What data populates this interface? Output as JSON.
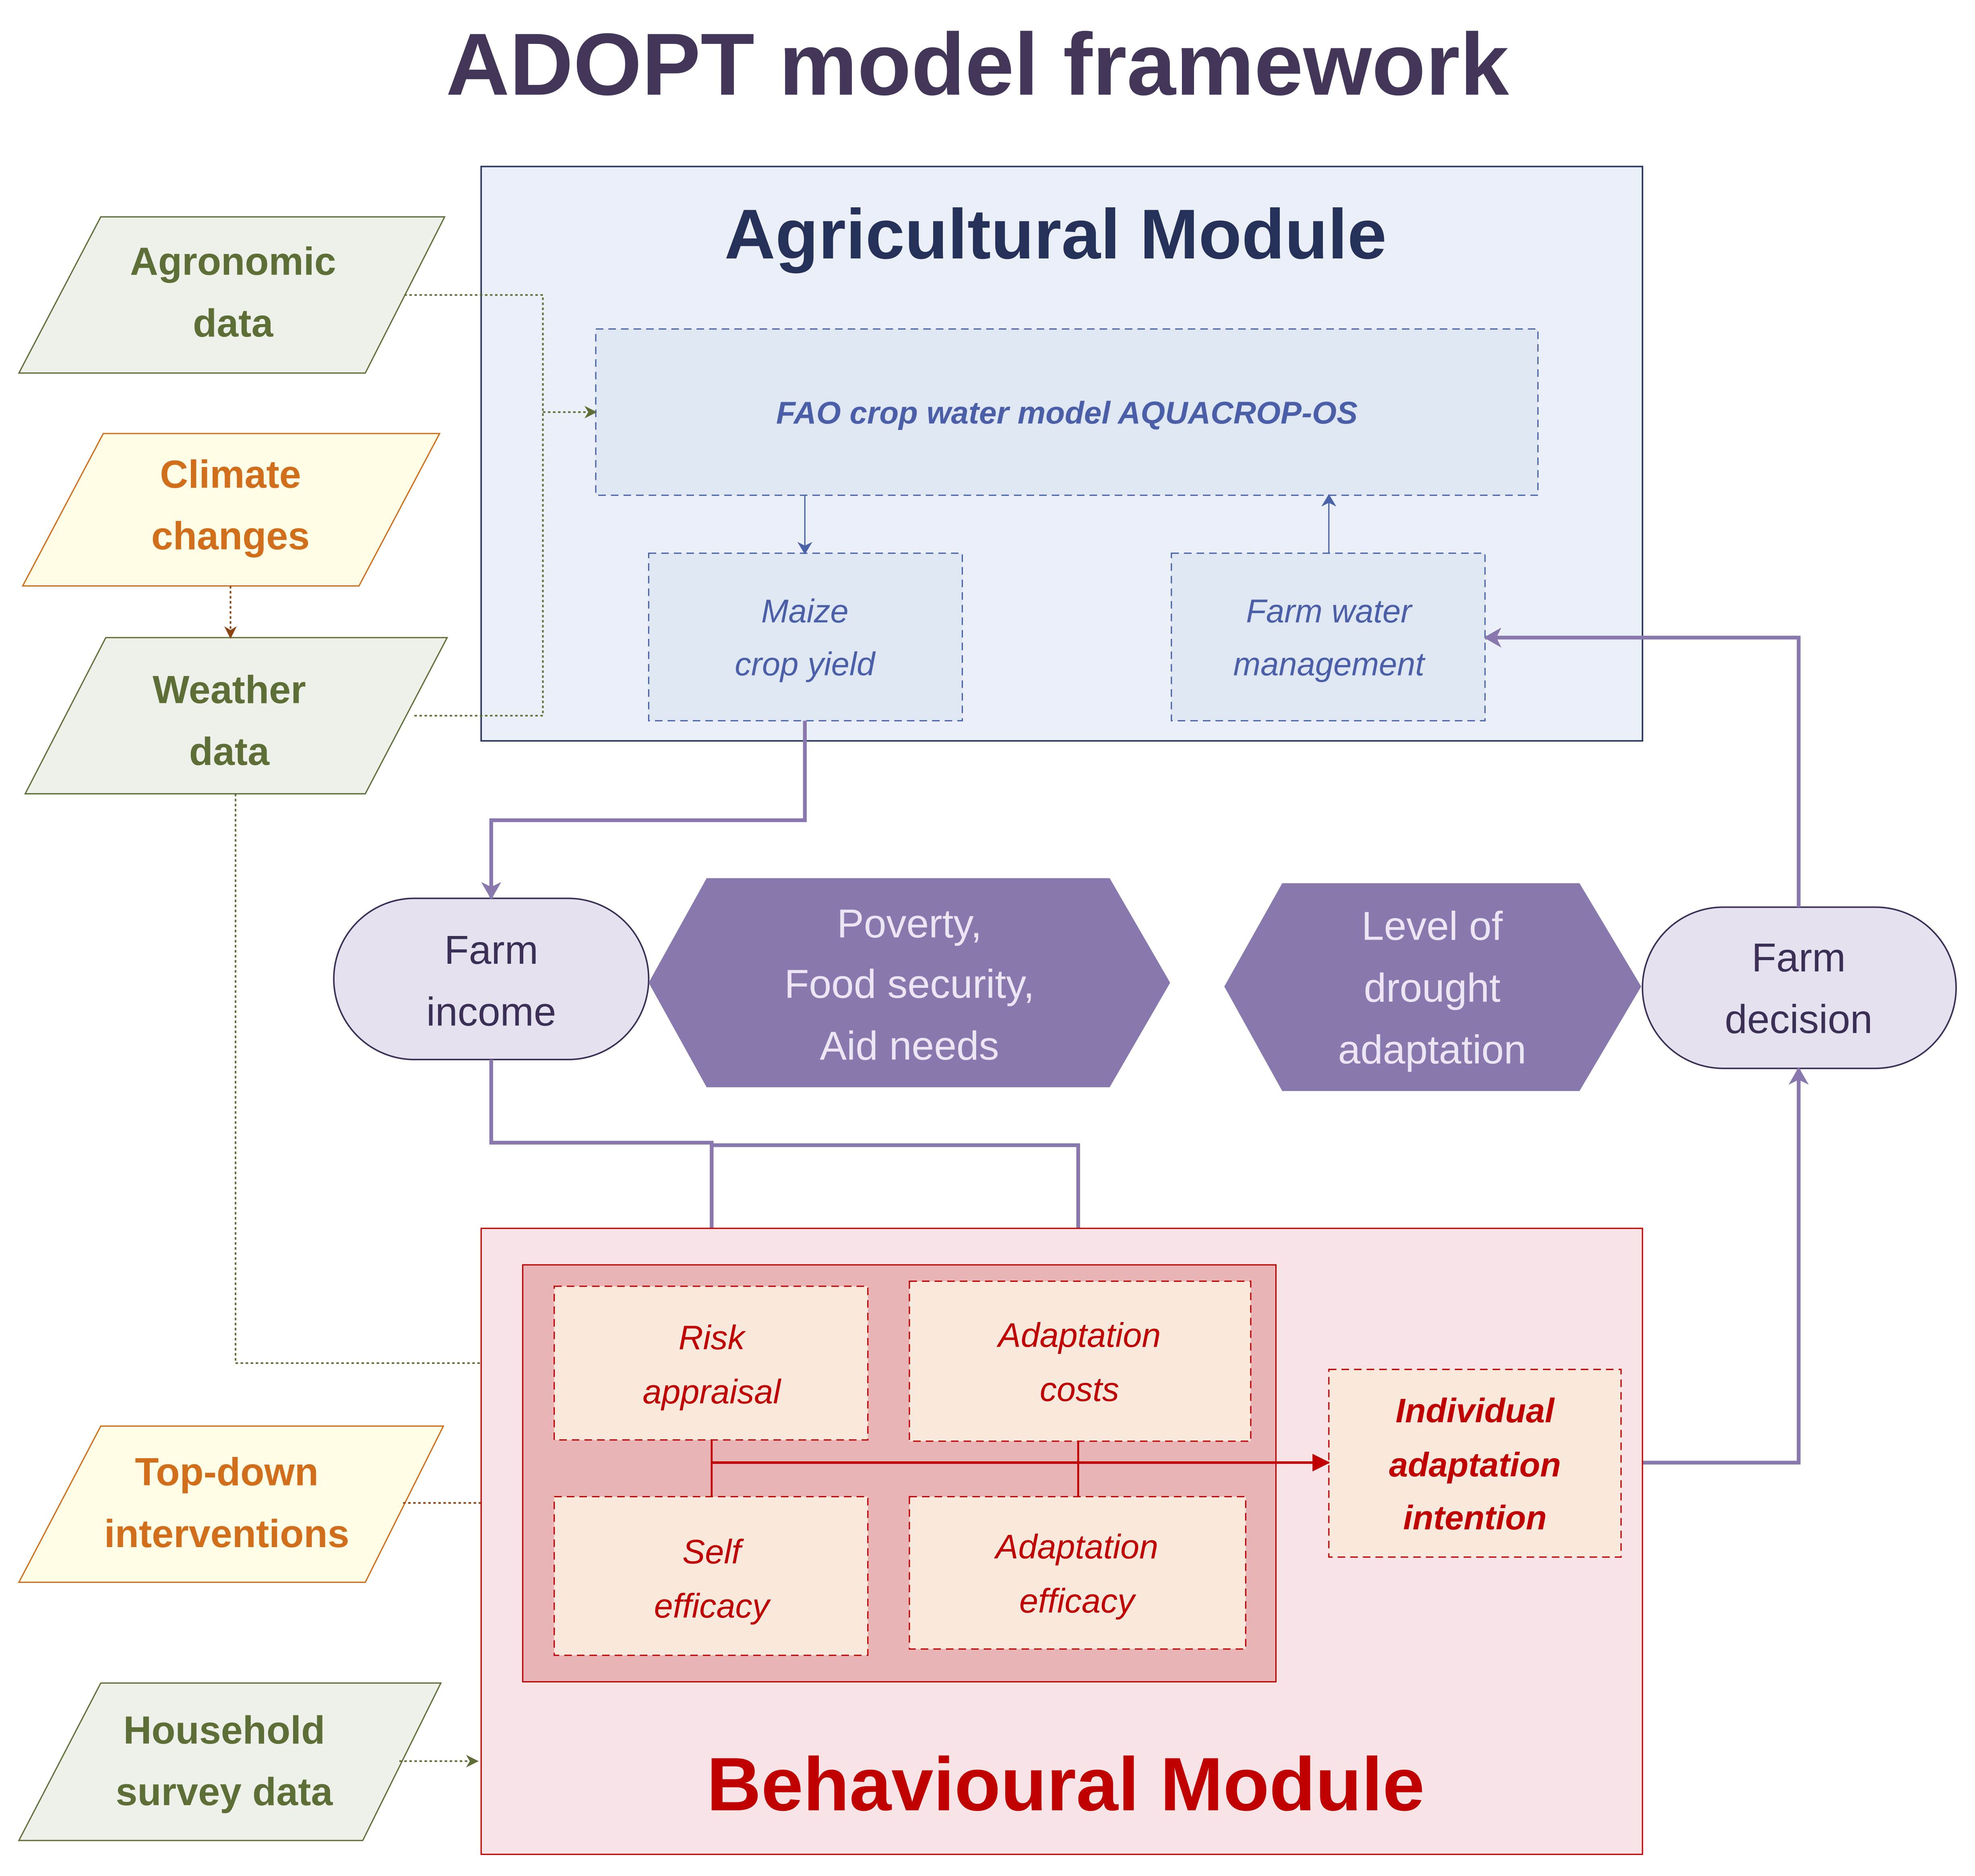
{
  "title": "ADOPT model framework",
  "colors": {
    "title": "#433658",
    "agri_fill": "#EBEFF7",
    "agri_stroke": "#2A3560",
    "agri_inner_fill": "#DFE8F2",
    "agri_inner_stroke": "#4A62A8",
    "behav_fill": "#F8E4E6",
    "behav_stroke": "#C00000",
    "behav_group_fill": "#E8B4B6",
    "behav_inner_fill": "#F9E8DC",
    "hexagon_fill": "#8878AD",
    "flow_purple": "#8878AD",
    "input_green_fill": "#EEF1EA",
    "input_green_stroke": "#5E6E37",
    "input_orange_fill": "#FFFDE6",
    "input_orange_stroke": "#D06E1B",
    "farm_node_fill": "#E5E1EF",
    "farm_node_stroke": "#3B2F55"
  },
  "inputs": {
    "agronomic": [
      "Agronomic",
      "data"
    ],
    "climate": [
      "Climate",
      "changes"
    ],
    "weather": [
      "Weather",
      "data"
    ],
    "topdown": [
      "Top-down",
      "interventions"
    ],
    "household": [
      "Household",
      "survey data"
    ]
  },
  "agricultural_module": {
    "title": "Agricultural Module",
    "fao_model": "FAO crop water model AQUACROP-OS",
    "maize": [
      "Maize",
      "crop yield"
    ],
    "farm_water": [
      "Farm water",
      "management"
    ]
  },
  "middle": {
    "farm_income": [
      "Farm",
      "income"
    ],
    "outcomes_hex": [
      "Poverty,",
      "Food security,",
      "Aid needs"
    ],
    "adaptation_hex": [
      "Level of",
      "drought",
      "adaptation"
    ],
    "farm_decision": [
      "Farm",
      "decision"
    ]
  },
  "behavioural_module": {
    "title": "Behavioural Module",
    "risk_appraisal": [
      "Risk",
      "appraisal"
    ],
    "adaptation_costs": [
      "Adaptation",
      "costs"
    ],
    "self_efficacy": [
      "Self",
      "efficacy"
    ],
    "adaptation_efficacy": [
      "Adaptation",
      "efficacy"
    ],
    "intention": [
      "Individual",
      "adaptation",
      "intention"
    ]
  }
}
